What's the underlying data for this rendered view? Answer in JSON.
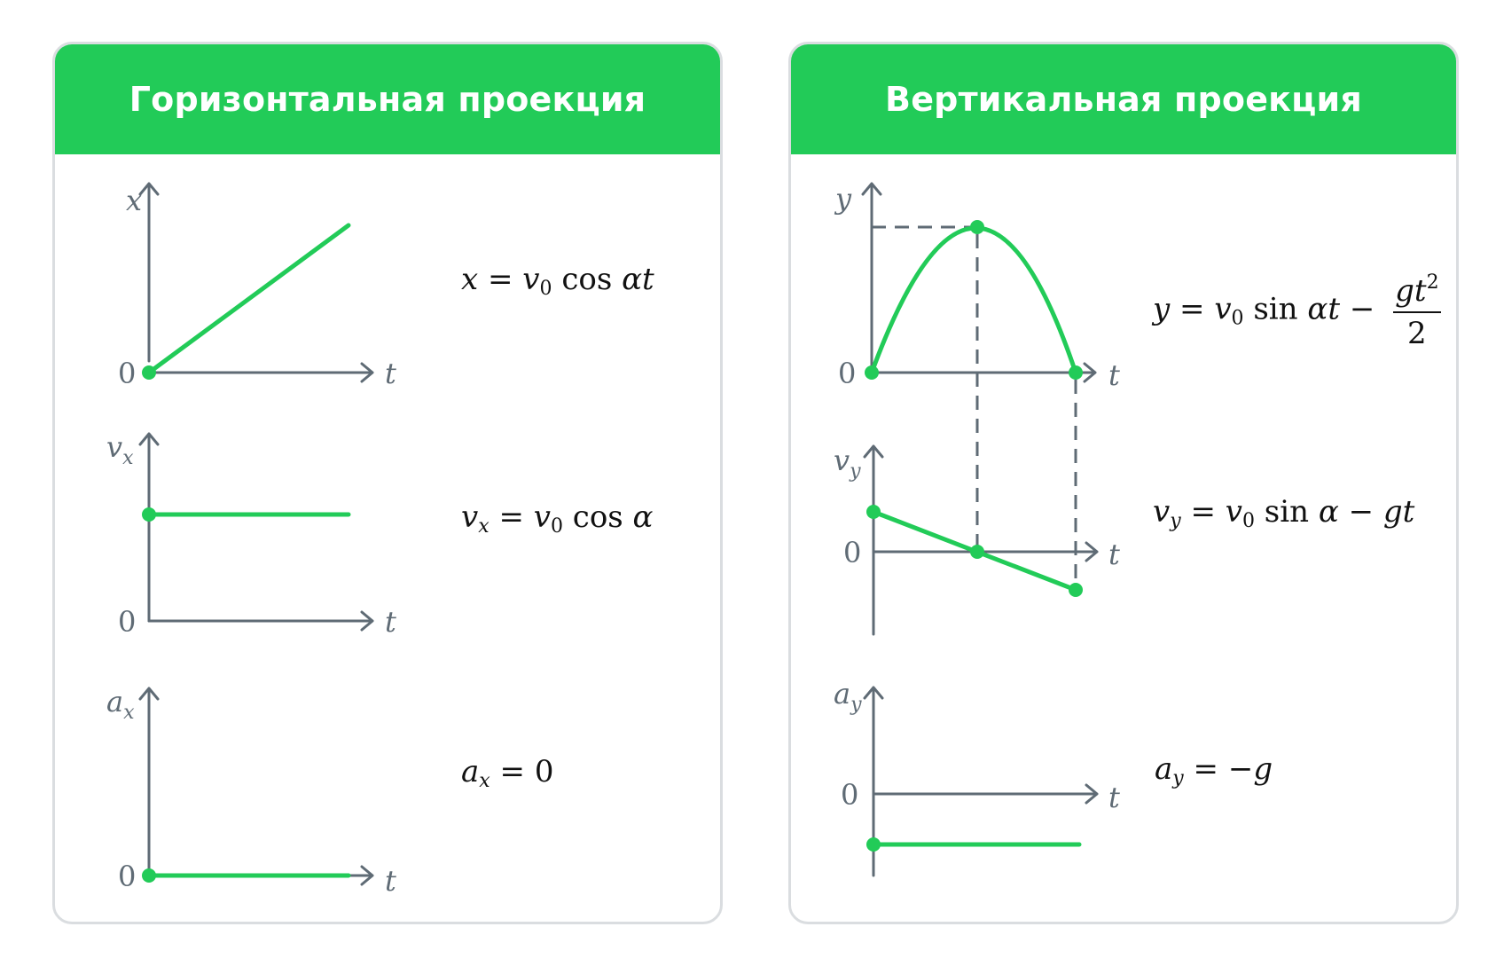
{
  "panels": {
    "horizontal": {
      "title": "Горизонтальная проекция",
      "formulas": {
        "x": {
          "var": "x",
          "eq": " = ",
          "v": "v",
          "v_sub": "0",
          "fn": " cos ",
          "arg": "αt"
        },
        "vx": {
          "var": "v",
          "var_sub": "x",
          "eq": " = ",
          "v": "v",
          "v_sub": "0",
          "fn": " cos ",
          "arg": "α"
        },
        "ax": {
          "var": "a",
          "var_sub": "x",
          "eq": " = ",
          "rhs": "0"
        }
      },
      "graph_labels": {
        "x": "x",
        "vx_main": "v",
        "vx_sub": "x",
        "ax_main": "a",
        "ax_sub": "x",
        "t": "t",
        "zero": "0"
      }
    },
    "vertical": {
      "title": "Вертикальная проекция",
      "formulas": {
        "y": {
          "var": "y",
          "eq": " = ",
          "v": "v",
          "v_sub": "0",
          "fn": " sin ",
          "arg": "αt",
          "minus": " − ",
          "num": "gt",
          "num_sup": "2",
          "den": "2"
        },
        "vy": {
          "var": "v",
          "var_sub": "y",
          "eq": " = ",
          "v": "v",
          "v_sub": "0",
          "fn": " sin ",
          "arg": "α",
          "minus": " − ",
          "tail": "gt"
        },
        "ay": {
          "var": "a",
          "var_sub": "y",
          "eq": " = ",
          "rhs": "−g"
        }
      },
      "graph_labels": {
        "y": "y",
        "vy_main": "v",
        "vy_sub": "y",
        "ay_main": "a",
        "ay_sub": "y",
        "t": "t",
        "zero": "0"
      }
    }
  },
  "colors": {
    "accent": "#22cb58",
    "axis": "#5f6b75",
    "border": "#dadde0",
    "text": "#111111"
  }
}
